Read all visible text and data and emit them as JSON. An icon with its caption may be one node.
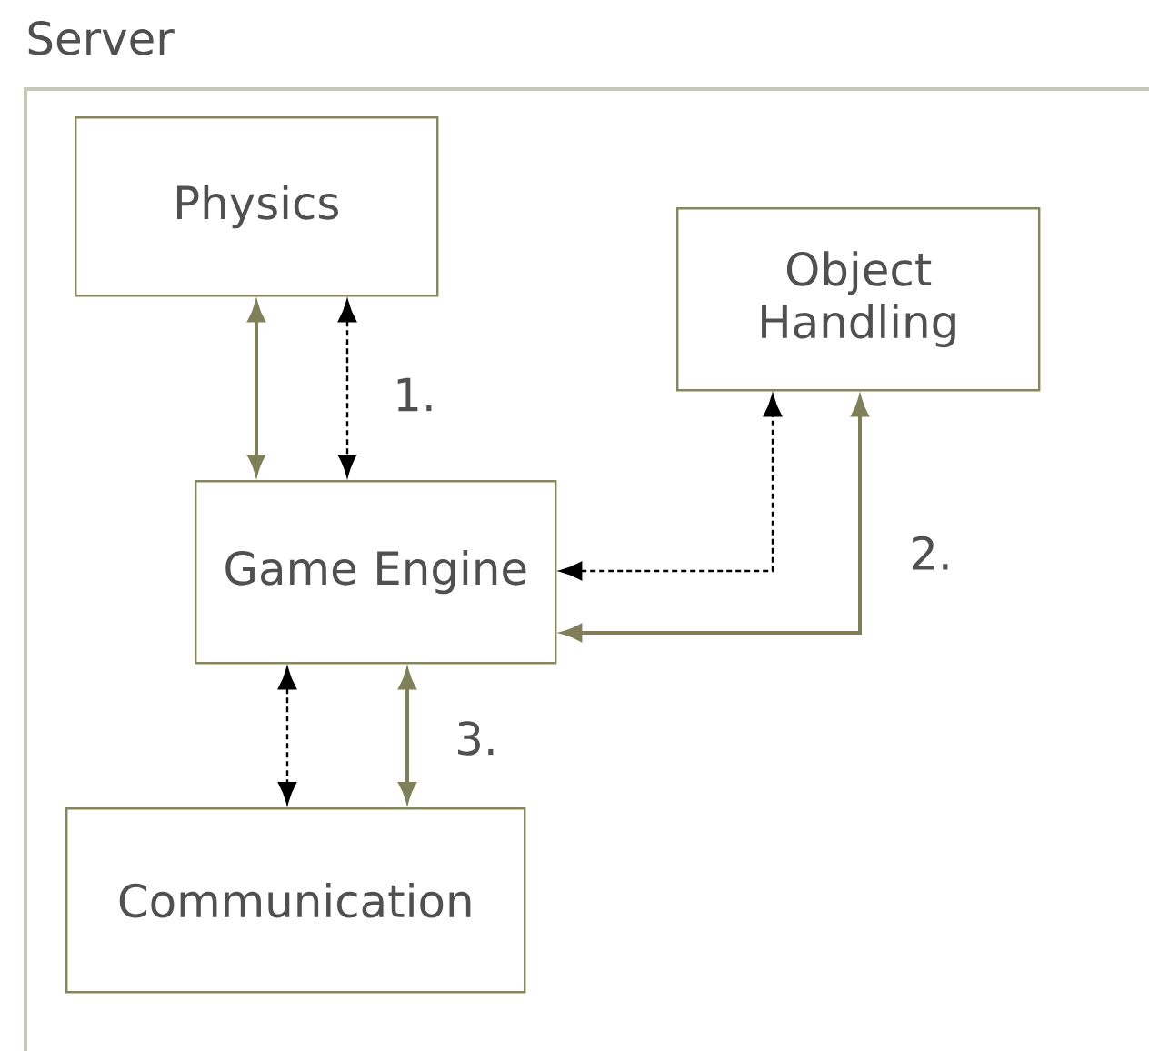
{
  "diagram": {
    "nodes": [
      {
        "text": [
          "Server"
        ]
      },
      {
        "text": [
          "Physics"
        ],
        "in": 0
      },
      {
        "text": [
          "Object Handling"
        ],
        "in": 0
      },
      {
        "text": [
          "Game Engine"
        ],
        "in": 0
      },
      {
        "text": [
          "Communication"
        ],
        "in": 0
      }
    ],
    "edges": [
      {
        "from": 1,
        "to": 3,
        "arrow": "both",
        "color": "#7f7f5a"
      },
      {
        "from": 1,
        "to": 3,
        "arrow": "both",
        "style": "dashed",
        "color": "#000000"
      },
      {
        "from": 3,
        "to": 2,
        "arrow": "both",
        "style": "dashed",
        "color": "#000000"
      },
      {
        "from": 3,
        "to": 2,
        "arrow": "both",
        "color": "#7f7f5a"
      },
      {
        "from": 3,
        "to": 4,
        "arrow": "both",
        "style": "dashed",
        "color": "#000000"
      },
      {
        "from": 3,
        "to": 4,
        "arrow": "both",
        "color": "#7f7f5a"
      }
    ],
    "labels": [
      "1.",
      "2.",
      "3."
    ]
  }
}
